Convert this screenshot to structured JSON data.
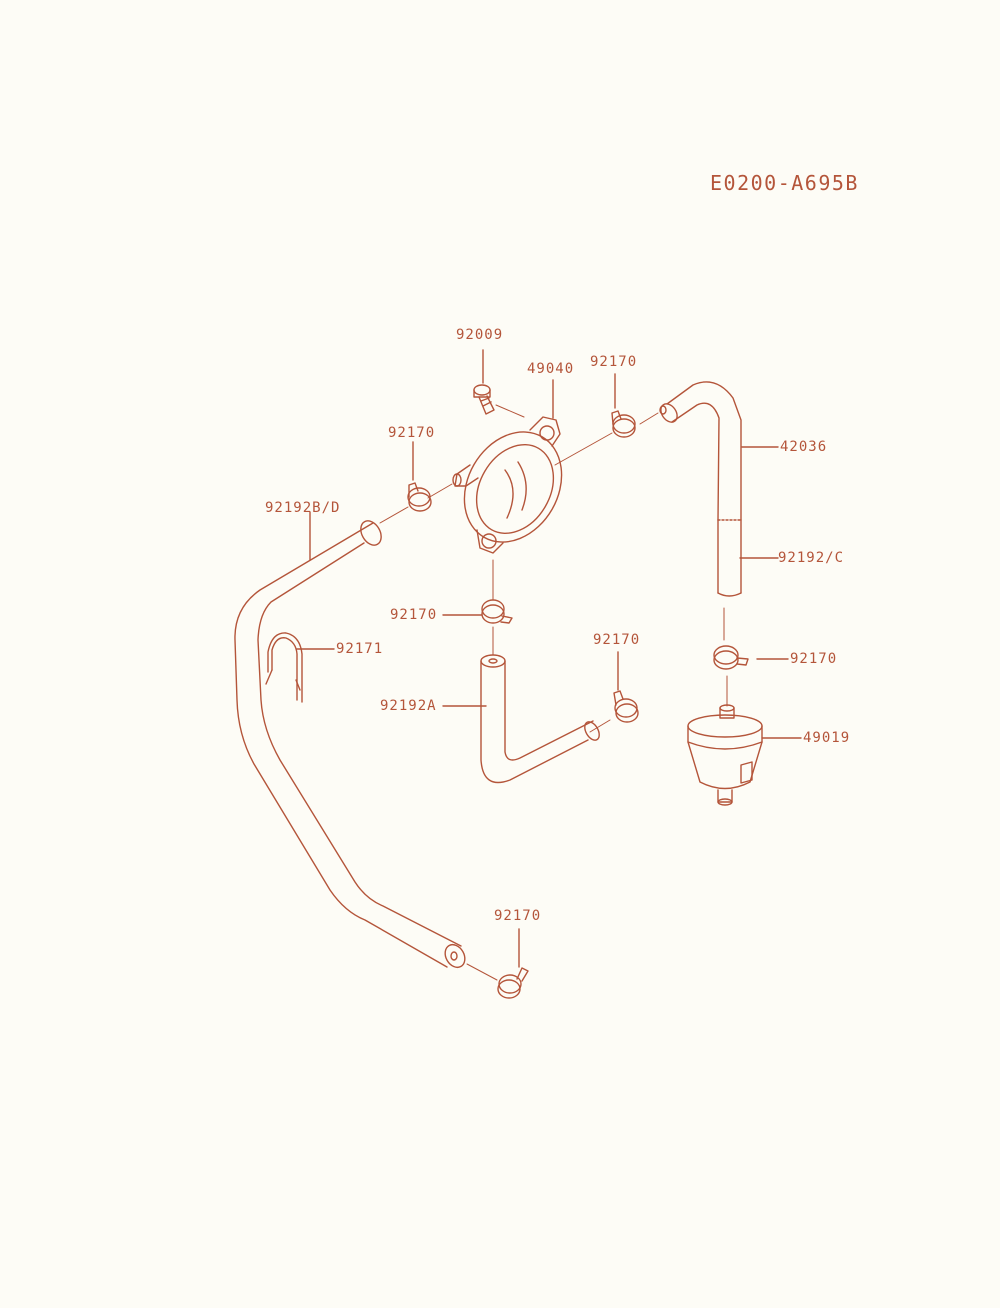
{
  "diagram": {
    "code": "E0200-A695B",
    "ink_color": "#b4553a",
    "background_color": "#fdfcf6",
    "labels": {
      "p92009": "92009",
      "p49040": "49040",
      "p92170_top": "92170",
      "p42036": "42036",
      "p92170_left": "92170",
      "p92192bd": "92192B/D",
      "p92192c": "92192/C",
      "p92170_mid": "92170",
      "p92170_right": "92170",
      "p92171": "92171",
      "p92170_center": "92170",
      "p92192a": "92192A",
      "p49019": "49019",
      "p92170_bottom": "92170"
    }
  }
}
